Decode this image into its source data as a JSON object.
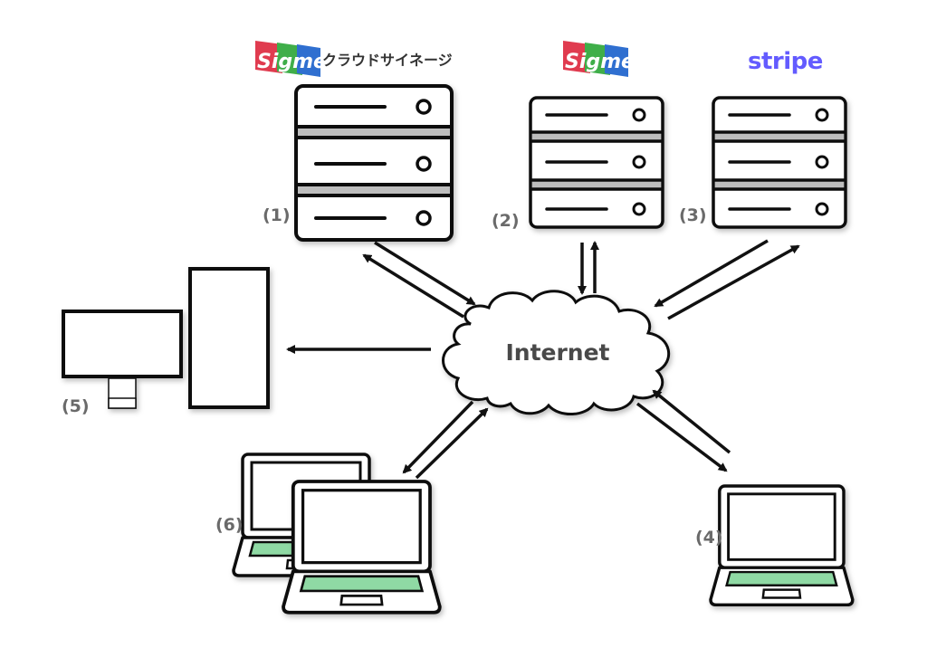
{
  "logos": {
    "sigme_text": "Sigme",
    "cloud_signage_text": "クラウドサイネージ",
    "stripe_text": "stripe",
    "sigme_colors": [
      "#e03b4f",
      "#3fae49",
      "#2f6fd0"
    ],
    "stripe_color": "#635bff"
  },
  "cloud": {
    "label": "Internet"
  },
  "nodes": {
    "server1": {
      "label": "(1)"
    },
    "server2": {
      "label": "(2)"
    },
    "server3": {
      "label": "(3)"
    },
    "laptop4": {
      "label": "(4)"
    },
    "desktop5": {
      "label": "(5)"
    },
    "laptops6": {
      "label": "(6)"
    }
  },
  "colors": {
    "outline": "#111111",
    "gap": "#bdbdbd",
    "keyboard": "#8fd9a4",
    "label": "#6a6a6a"
  }
}
